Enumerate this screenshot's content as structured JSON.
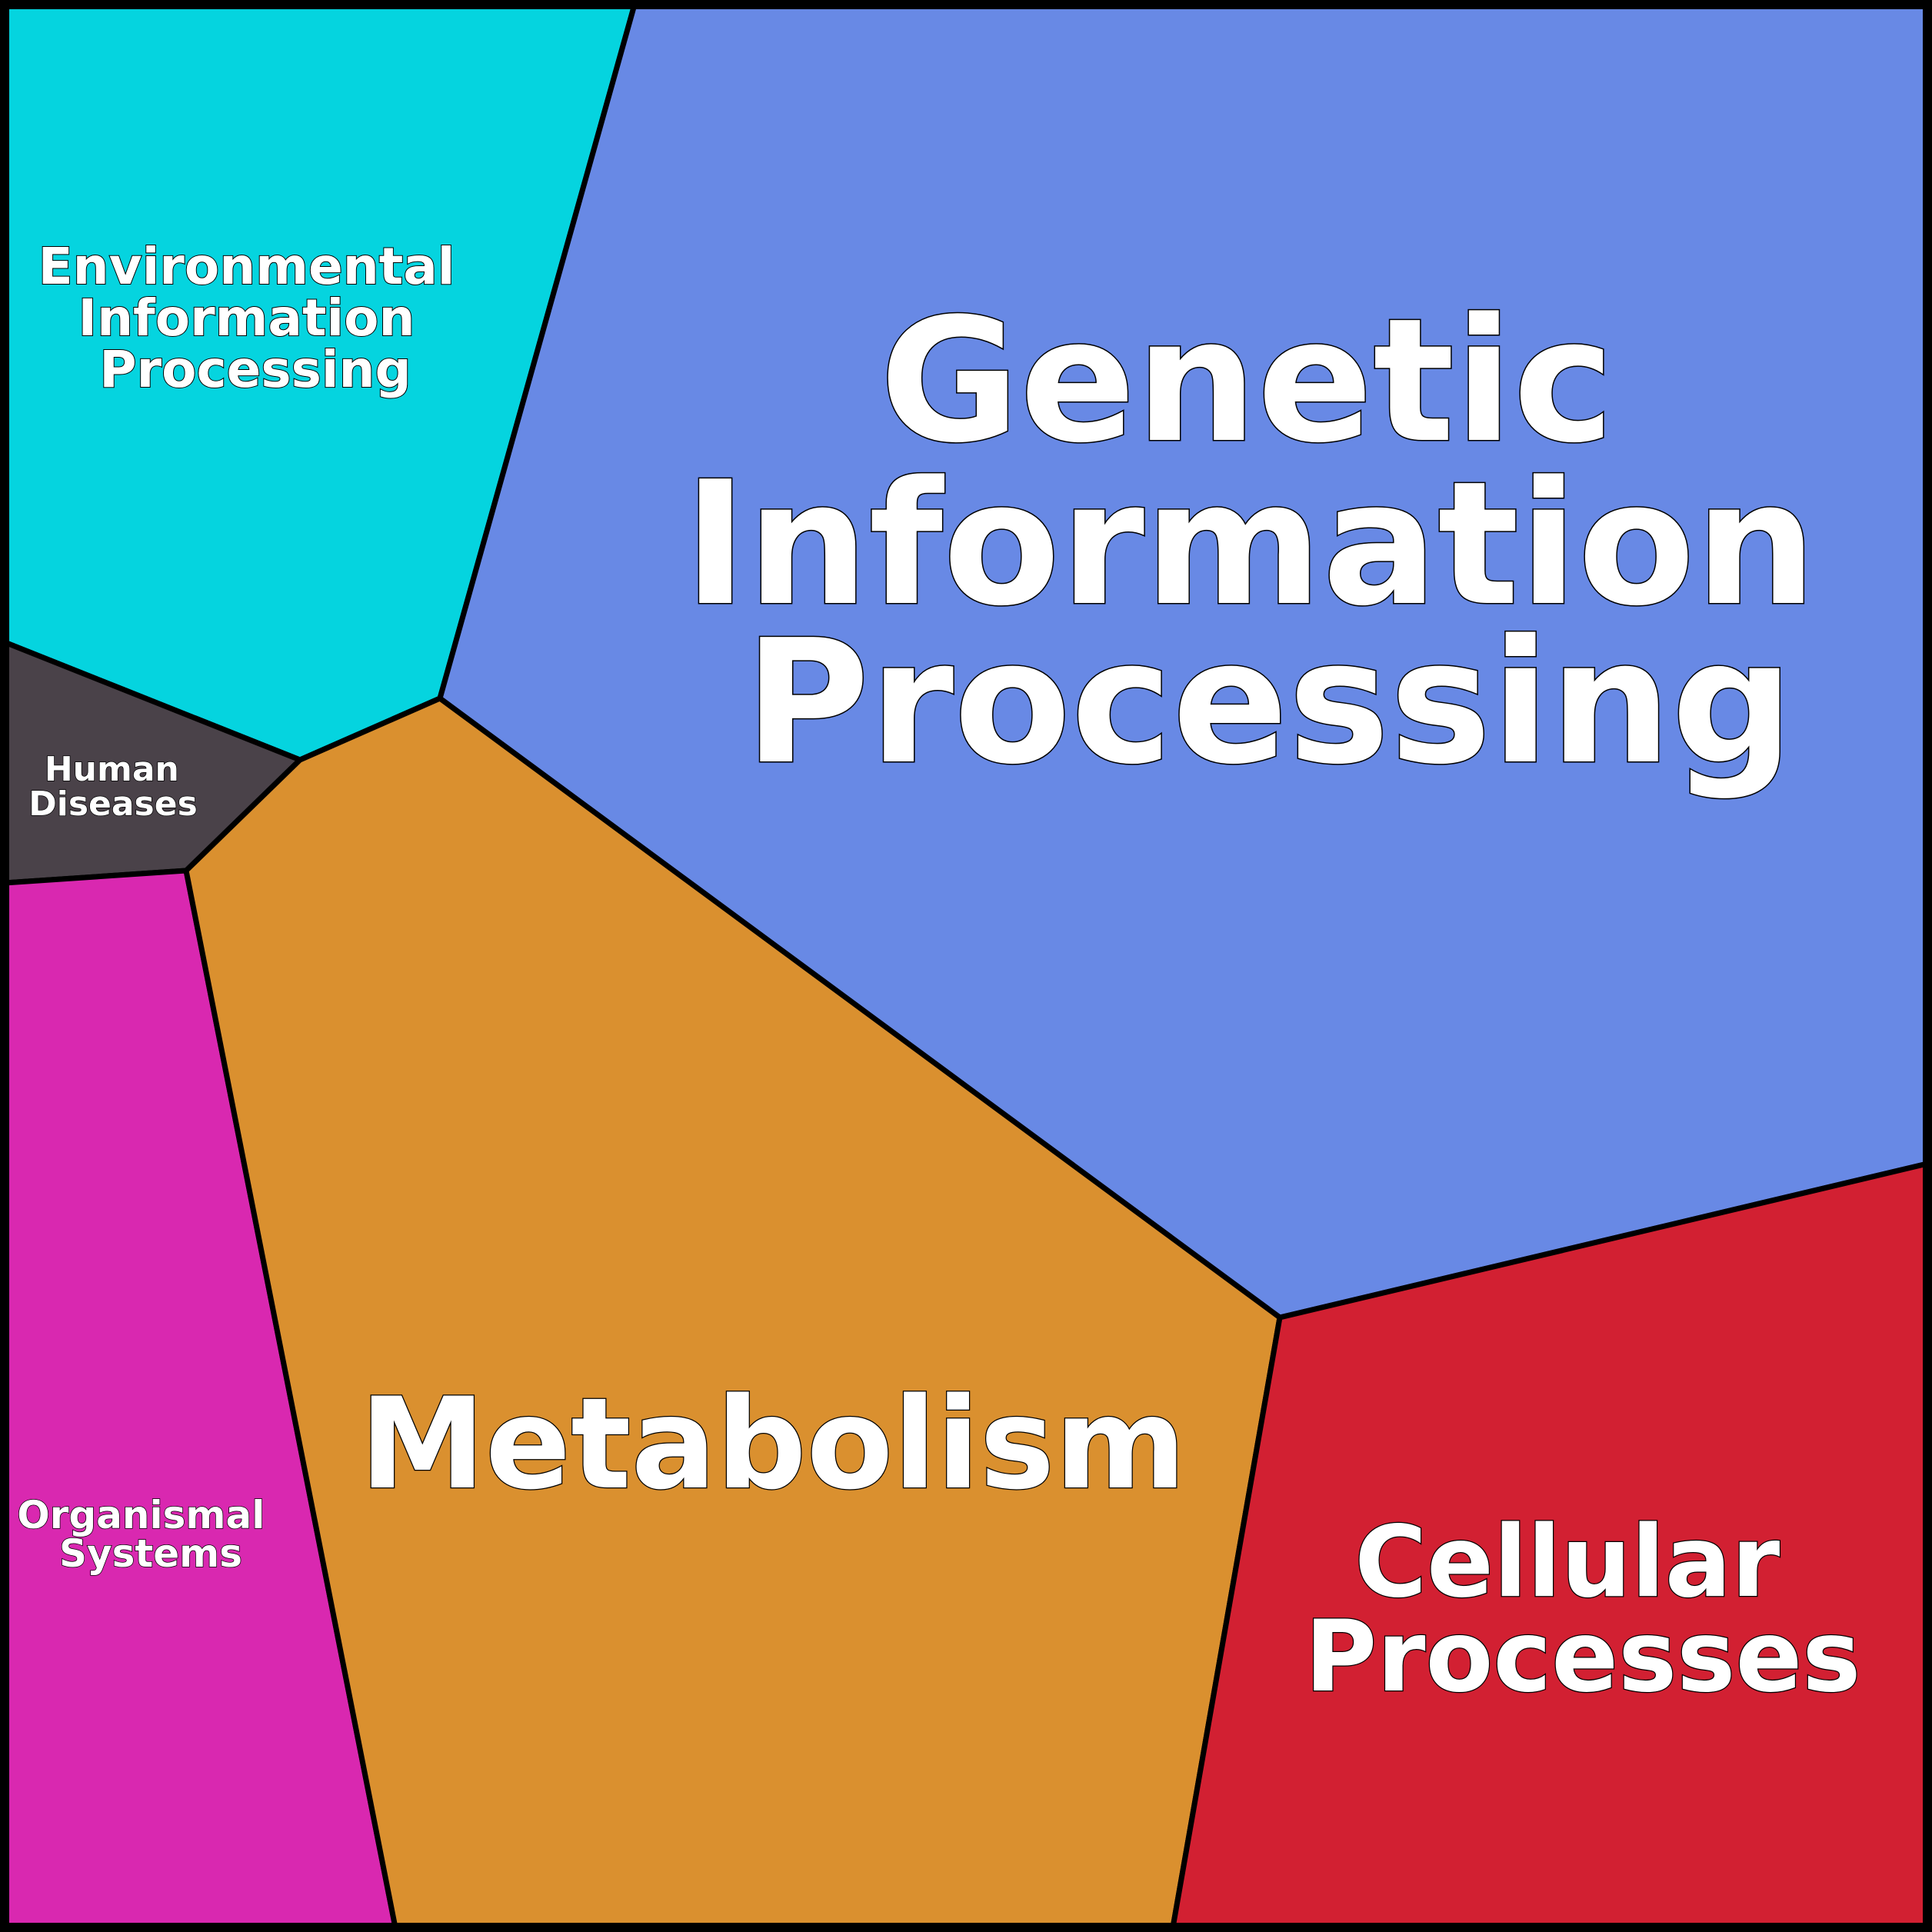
{
  "colors": {
    "environmental": "#05d4df",
    "genetic": "#6889e5",
    "human_diseases": "#4a4249",
    "organismal": "#d928b0",
    "metabolism": "#da902f",
    "cellular": "#d22032"
  },
  "regions": {
    "environmental": {
      "lines": [
        "Environmental",
        "Information",
        "Processing"
      ]
    },
    "genetic": {
      "lines": [
        "Genetic",
        "Information",
        "Processing"
      ]
    },
    "human_diseases": {
      "lines": [
        "Human",
        "Diseases"
      ]
    },
    "organismal": {
      "lines": [
        "Organismal",
        "Systems"
      ]
    },
    "metabolism": {
      "lines": [
        "Metabolism"
      ]
    },
    "cellular": {
      "lines": [
        "Cellular",
        "Processes"
      ]
    }
  }
}
